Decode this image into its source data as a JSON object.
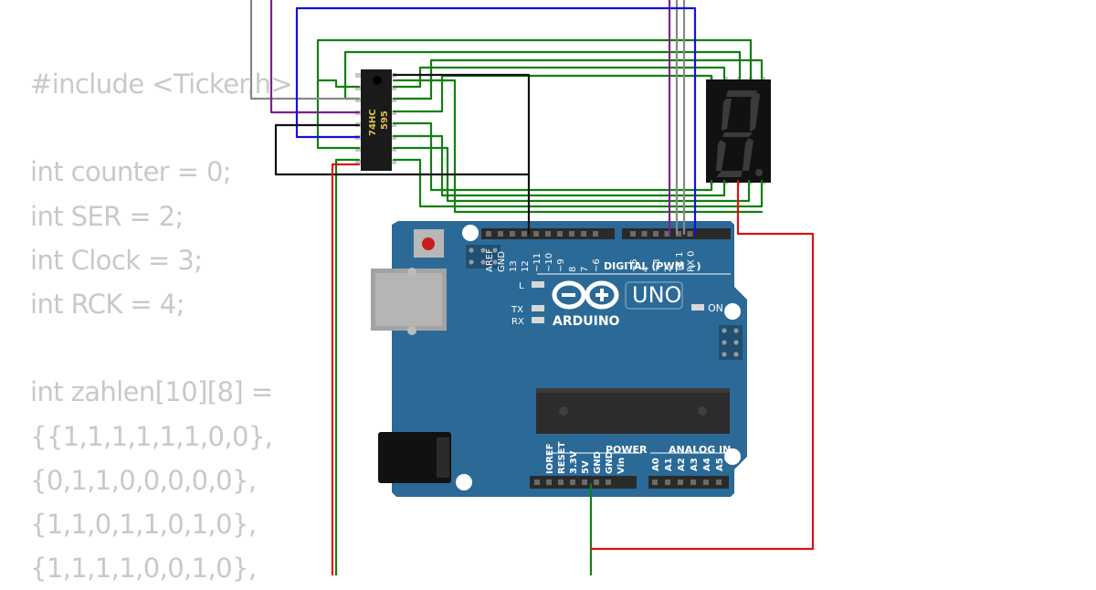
{
  "code_lines": [
    "#include <Ticker.h>",
    "",
    "int counter = 0;",
    "int SER = 2;",
    "int Clock = 3;",
    "int RCK = 4;",
    "",
    "int zahlen[10][8] =",
    "{{1,1,1,1,1,1,0,0},",
    "{0,1,1,0,0,0,0,0},",
    "{1,1,0,1,1,0,1,0},",
    "{1,1,1,1,0,0,1,0},"
  ],
  "chip": {
    "line1": "74HC",
    "line2": "595"
  },
  "arduino": {
    "brand": "ARDUINO",
    "model": "UNO",
    "digital_header_label": "DIGITAL (PWM ~)",
    "digital_pins": [
      "AREF",
      "GND",
      "13",
      "12",
      "~11",
      "~10",
      "~9",
      "8",
      "7",
      "~6",
      "~5",
      "4",
      "~3",
      "2",
      "TX 1",
      "RX 0"
    ],
    "power_header_label": "POWER",
    "power_pins": [
      "IOREF",
      "RESET",
      "3.3V",
      "5V",
      "GND",
      "GND",
      "Vin"
    ],
    "analog_header_label": "ANALOG IN",
    "analog_pins": [
      "A0",
      "A1",
      "A2",
      "A3",
      "A4",
      "A5"
    ],
    "led_l": "L",
    "led_tx": "TX",
    "led_rx": "RX",
    "led_on": "ON"
  },
  "colors": {
    "board": "#2b6a97",
    "wire_green": "#118011",
    "wire_blue": "#1111dd",
    "wire_purple": "#7f1f8f",
    "wire_gray": "#888888",
    "wire_black": "#111111",
    "wire_red": "#dd1111",
    "code_text": "#c9c9c9"
  }
}
